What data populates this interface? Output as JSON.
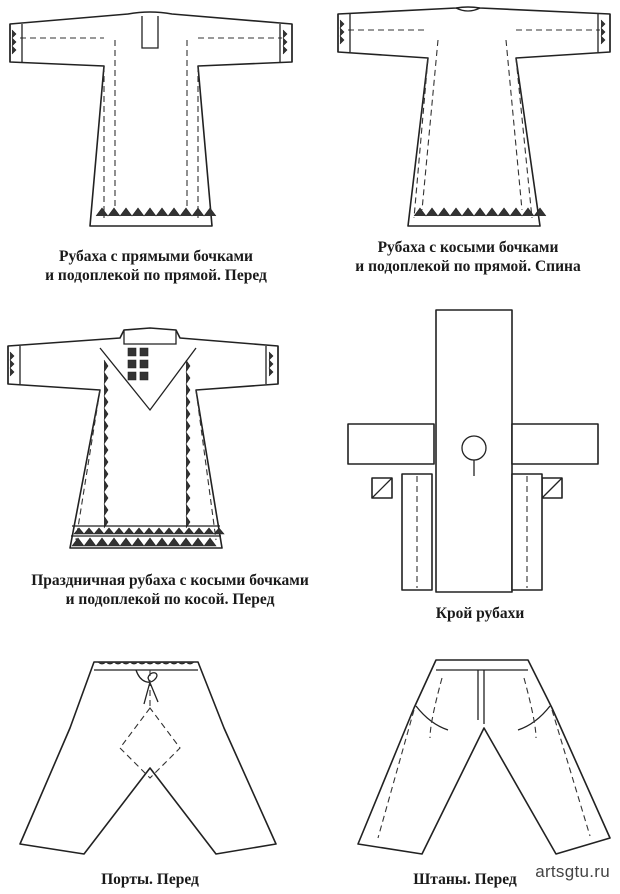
{
  "figures": [
    {
      "id": "shirt-straight-front",
      "caption": [
        "Рубаха с прямыми бочками",
        "и подоплекой по прямой. Перед"
      ]
    },
    {
      "id": "shirt-slanted-back",
      "caption": [
        "Рубаха с косыми бочками",
        "и подоплекой по прямой. Спина"
      ]
    },
    {
      "id": "festive-shirt-front",
      "caption": [
        "Праздничная рубаха с косыми бочками",
        "и подоплекой по косой. Перед"
      ]
    },
    {
      "id": "shirt-cut-layout",
      "caption": [
        "Крой рубахи"
      ]
    },
    {
      "id": "porty-front",
      "caption": [
        "Порты. Перед"
      ]
    },
    {
      "id": "shtany-front",
      "caption": [
        "Штаны. Перед"
      ]
    }
  ],
  "watermark": "artsgtu.ru"
}
